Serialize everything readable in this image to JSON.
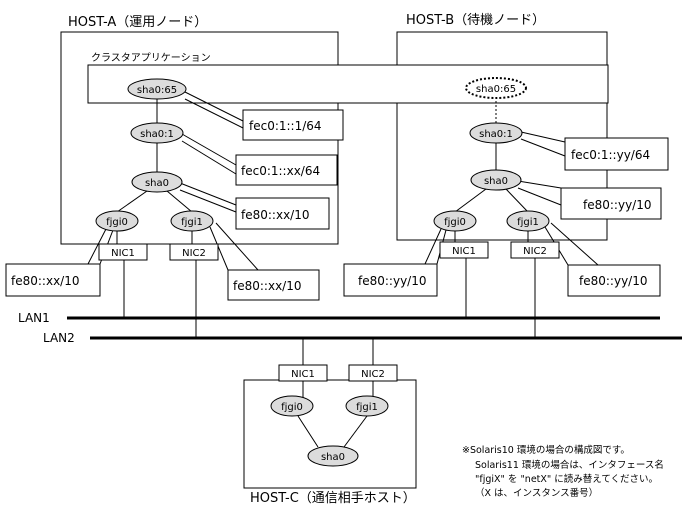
{
  "hosts": {
    "a": {
      "title": "HOST-A（運用ノード）"
    },
    "b": {
      "title": "HOST-B（待機ノード）"
    },
    "c": {
      "title": "HOST-C（通信相手ホスト）"
    }
  },
  "cluster": {
    "label": "クラスタアプリケーション"
  },
  "nodes": {
    "a_sha065": "sha0:65",
    "a_sha01": "sha0:1",
    "a_sha0": "sha0",
    "a_fjgi0": "fjgi0",
    "a_fjgi1": "fjgi1",
    "b_sha065": "sha0:65",
    "b_sha01": "sha0:1",
    "b_sha0": "sha0",
    "b_fjgi0": "fjgi0",
    "b_fjgi1": "fjgi1",
    "c_fjgi0": "fjgi0",
    "c_fjgi1": "fjgi1",
    "c_sha0": "sha0"
  },
  "nics": {
    "a1": "NIC1",
    "a2": "NIC2",
    "b1": "NIC1",
    "b2": "NIC2",
    "c1": "NIC1",
    "c2": "NIC2"
  },
  "addresses": {
    "a_sha065": "fec0:1::1/64",
    "a_sha01": "fec0:1::xx/64",
    "a_sha0": "fe80::xx/10",
    "a_fjgi0": "fe80::xx/10",
    "a_fjgi1": "fe80::xx/10",
    "b_sha01": "fec0:1::yy/64",
    "b_sha0": "fe80::yy/10",
    "b_fjgi0": "fe80::yy/10",
    "b_fjgi1": "fe80::yy/10"
  },
  "lans": {
    "lan1": "LAN1",
    "lan2": "LAN2"
  },
  "note": {
    "line1": "※Solaris10 環境の場合の構成図です。",
    "line2": "Solaris11 環境の場合は、インタフェース名",
    "line3": "\"fjgiX\" を \"netX\" に読み替えてください。",
    "line4": "（X は、インスタンス番号）"
  },
  "colors": {
    "ellipse_fill": "#dcdcdc",
    "line": "#000000"
  }
}
